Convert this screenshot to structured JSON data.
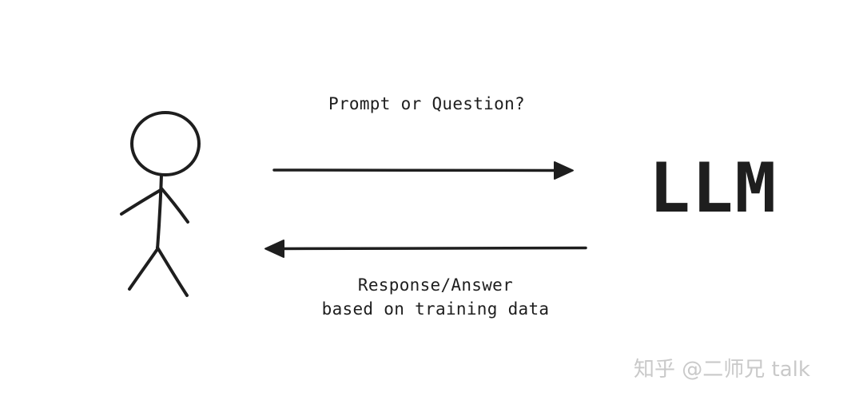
{
  "diagram": {
    "prompt_label": "Prompt or Question?",
    "response_label_line1": "Response/Answer",
    "response_label_line2": "based on training data",
    "llm_label": "LLM",
    "watermark": "知乎 @二师兄 talk"
  },
  "icons": {
    "user": "stick-figure-icon",
    "request": "arrow-right-icon",
    "response": "arrow-left-icon"
  },
  "colors": {
    "ink": "#1e1e1e",
    "watermark": "#c9c9c9",
    "background": "#ffffff"
  }
}
